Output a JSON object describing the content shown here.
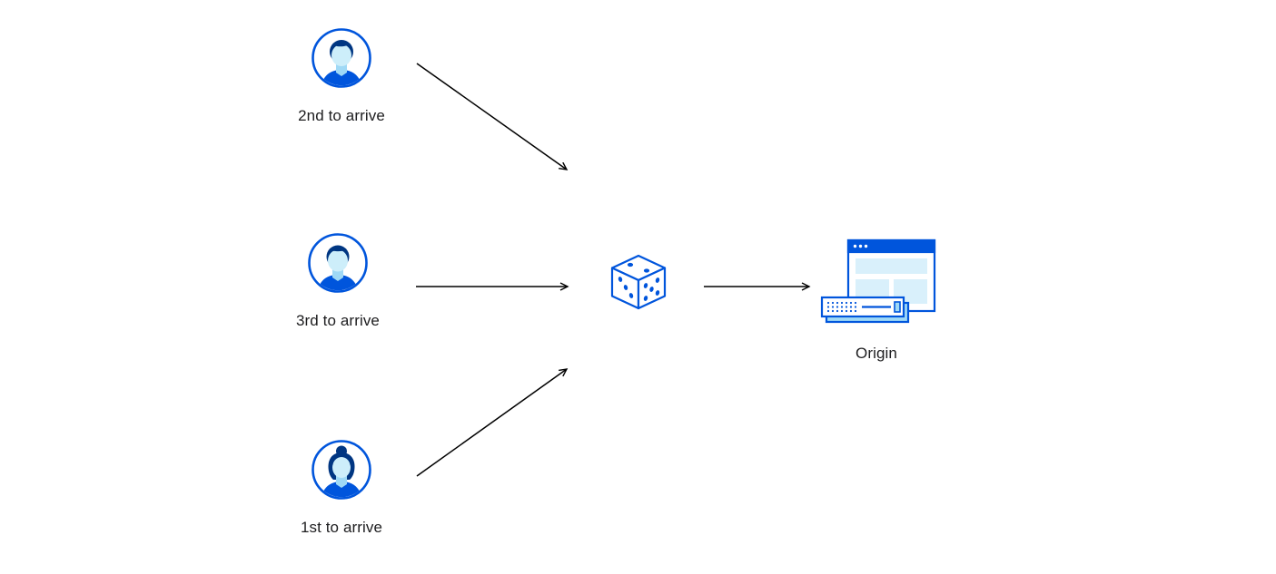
{
  "diagram": {
    "users": [
      {
        "id": "user-2nd",
        "label": "2nd to arrive",
        "icon": "male-user-avatar-icon"
      },
      {
        "id": "user-3rd",
        "label": "3rd to arrive",
        "icon": "male-user-avatar-icon"
      },
      {
        "id": "user-1st",
        "label": "1st to arrive",
        "icon": "female-user-avatar-icon"
      }
    ],
    "center": {
      "icon": "dice-icon"
    },
    "origin": {
      "label": "Origin",
      "icon": "origin-server-icon"
    },
    "arrows": [
      {
        "from": "user-2nd",
        "to": "dice"
      },
      {
        "from": "user-3rd",
        "to": "dice"
      },
      {
        "from": "user-1st",
        "to": "dice"
      },
      {
        "from": "dice",
        "to": "origin"
      }
    ],
    "colors": {
      "primary_blue": "#0055dc",
      "dark_blue": "#003682",
      "light_blue_fill": "#d9f0fb",
      "mid_blue_fill": "#9fd9f6",
      "face_fill": "#cdeefa",
      "arrow": "#000000",
      "label_text": "#1d1d1f",
      "background": "#ffffff"
    }
  }
}
